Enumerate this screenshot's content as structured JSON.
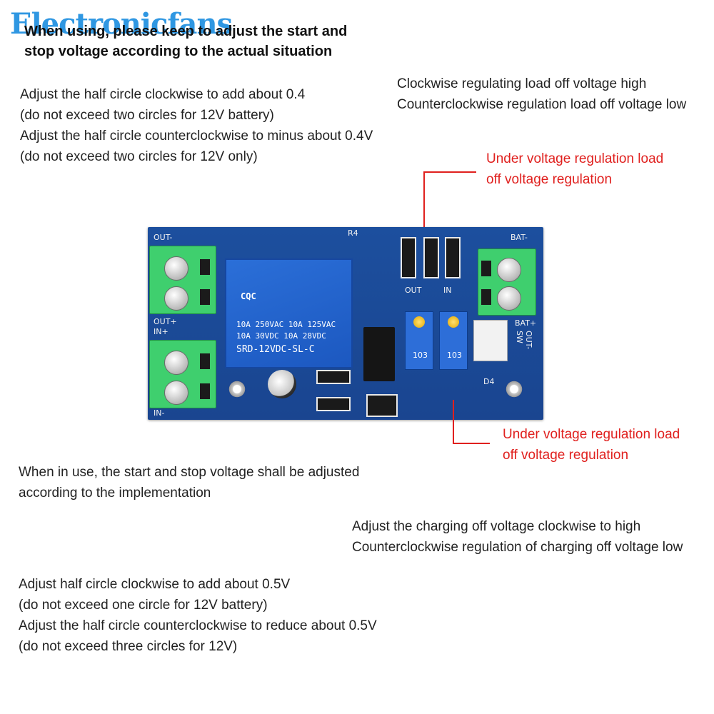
{
  "brand": {
    "logo_text": "Electronicfans"
  },
  "header": {
    "line1": "When using, please keep to adjust the start and",
    "line2": "stop voltage according to the actual situation"
  },
  "top_left": {
    "lines": [
      "Adjust the half circle clockwise to add about 0.4",
      "(do not exceed two circles for 12V battery)",
      "Adjust the half circle counterclockwise to minus about 0.4V",
      " (do not exceed two circles for 12V only)"
    ]
  },
  "top_right": {
    "lines": [
      "Clockwise regulating load off voltage high",
      "Counterclockwise regulation load off voltage low"
    ]
  },
  "callout_upper": {
    "lines": [
      "Under voltage regulation load",
      "off voltage regulation"
    ]
  },
  "callout_lower": {
    "lines": [
      "Under voltage regulation load",
      "off voltage regulation"
    ]
  },
  "middle_left": {
    "lines": [
      "When in use, the start and stop voltage shall be adjusted",
      "according to the implementation"
    ]
  },
  "bottom_right": {
    "lines": [
      "Adjust the charging off voltage clockwise to high",
      "Counterclockwise regulation of charging off voltage low"
    ]
  },
  "bottom_left": {
    "lines": [
      "Adjust half circle clockwise to add about 0.5V",
      "(do not exceed one circle for 12V battery)",
      "Adjust the half circle counterclockwise to reduce about 0.5V",
      "(do not exceed three circles for 12V)"
    ]
  },
  "board": {
    "silk_out_minus": "OUT-",
    "silk_out_plus": "OUT+",
    "silk_in_plus": "IN+",
    "silk_in_minus": "IN-",
    "silk_bat_minus": "BAT-",
    "silk_bat_plus": "BAT+",
    "silk_out_sw": "OUT-SW",
    "silk_out": "OUT",
    "silk_in": "IN",
    "silk_r4": "R4",
    "silk_d4": "D4",
    "relay_brand": "CQC",
    "relay_line1": "10A 250VAC  10A 125VAC",
    "relay_line2": "10A  30VDC  10A 28VDC",
    "relay_model": "SRD-12VDC-SL-C",
    "pot_left_label": "103",
    "pot_right_label": "103"
  },
  "colors": {
    "callout_text": "#e0201e",
    "pcb": "#1c4f9e",
    "terminal": "#3fcf6e",
    "logo": "#1e8fe0"
  }
}
